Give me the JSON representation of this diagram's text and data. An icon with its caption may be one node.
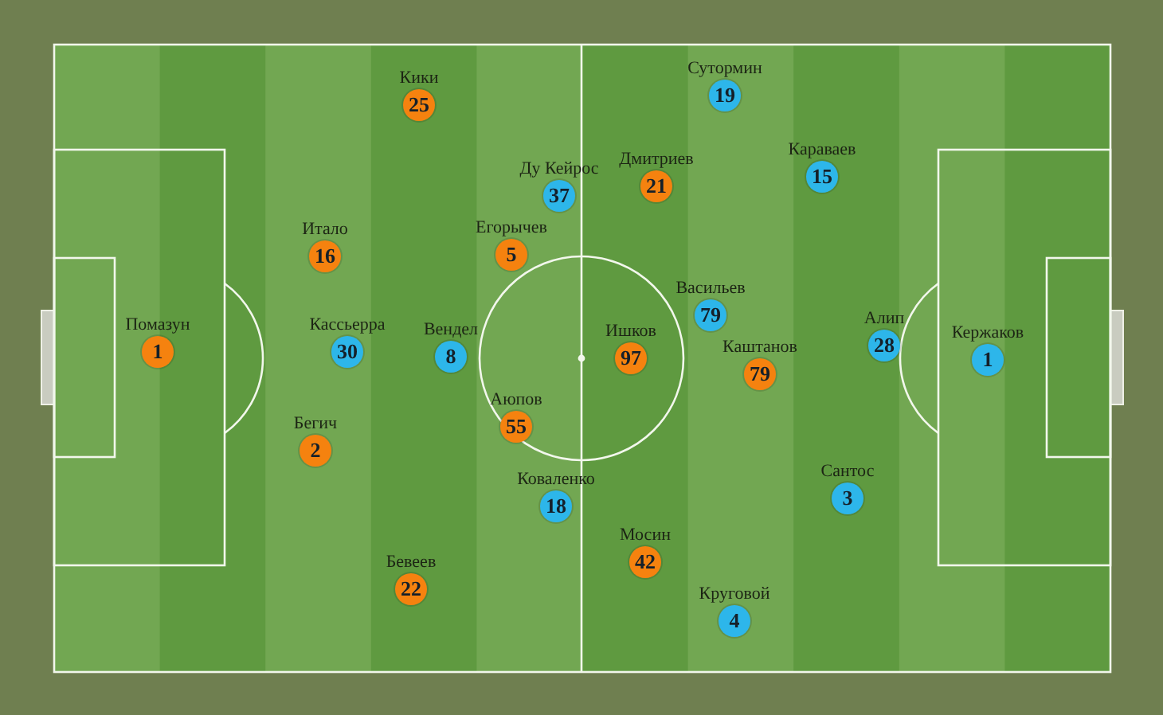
{
  "diagram": {
    "nodes": [
      {
        "text": [
          "Кики",
          "25"
        ]
      },
      {
        "text": [
          "Сутормин",
          "19"
        ]
      },
      {
        "text": [
          "Дмитриев",
          "21"
        ]
      },
      {
        "text": [
          "Караваев",
          "15"
        ]
      },
      {
        "text": [
          "Ду Кейрос",
          "37"
        ]
      },
      {
        "text": [
          "Итало",
          "16"
        ]
      },
      {
        "text": [
          "Егорычев",
          "5"
        ]
      },
      {
        "text": [
          "Васильев",
          "79"
        ]
      },
      {
        "text": [
          "Алип",
          "28"
        ]
      },
      {
        "text": [
          "Помазун",
          "1"
        ]
      },
      {
        "text": [
          "Кассьерра",
          "30"
        ]
      },
      {
        "text": [
          "Вендел",
          "8"
        ]
      },
      {
        "text": [
          "Ишков",
          "97"
        ]
      },
      {
        "text": [
          "Кержаков",
          "1"
        ]
      },
      {
        "text": [
          "Каштанов",
          "79"
        ]
      },
      {
        "text": [
          "Аюпов",
          "55"
        ]
      },
      {
        "text": [
          "Бегич",
          "2"
        ]
      },
      {
        "text": [
          "Сантос",
          "3"
        ]
      },
      {
        "text": [
          "Коваленко",
          "18"
        ]
      },
      {
        "text": [
          "Мосин",
          "42"
        ]
      },
      {
        "text": [
          "Бевеев",
          "22"
        ]
      },
      {
        "text": [
          "Круговой",
          "4"
        ]
      }
    ]
  }
}
